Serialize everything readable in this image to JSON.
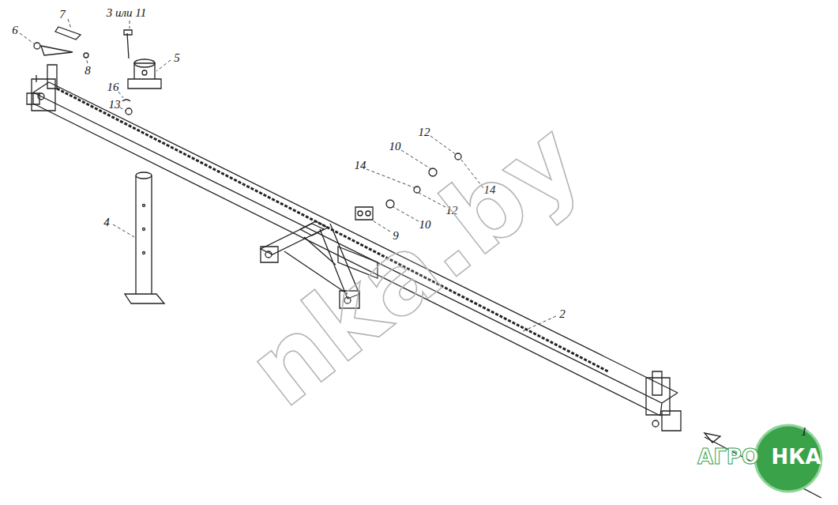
{
  "diagram": {
    "labels": [
      "7",
      "3 или 11",
      "6",
      "8",
      "5",
      "16",
      "13",
      "4",
      "12",
      "10",
      "14",
      "12",
      "10",
      "9",
      "14",
      "2",
      "1",
      "nka.by",
      "АГРО",
      "НКА"
    ]
  }
}
